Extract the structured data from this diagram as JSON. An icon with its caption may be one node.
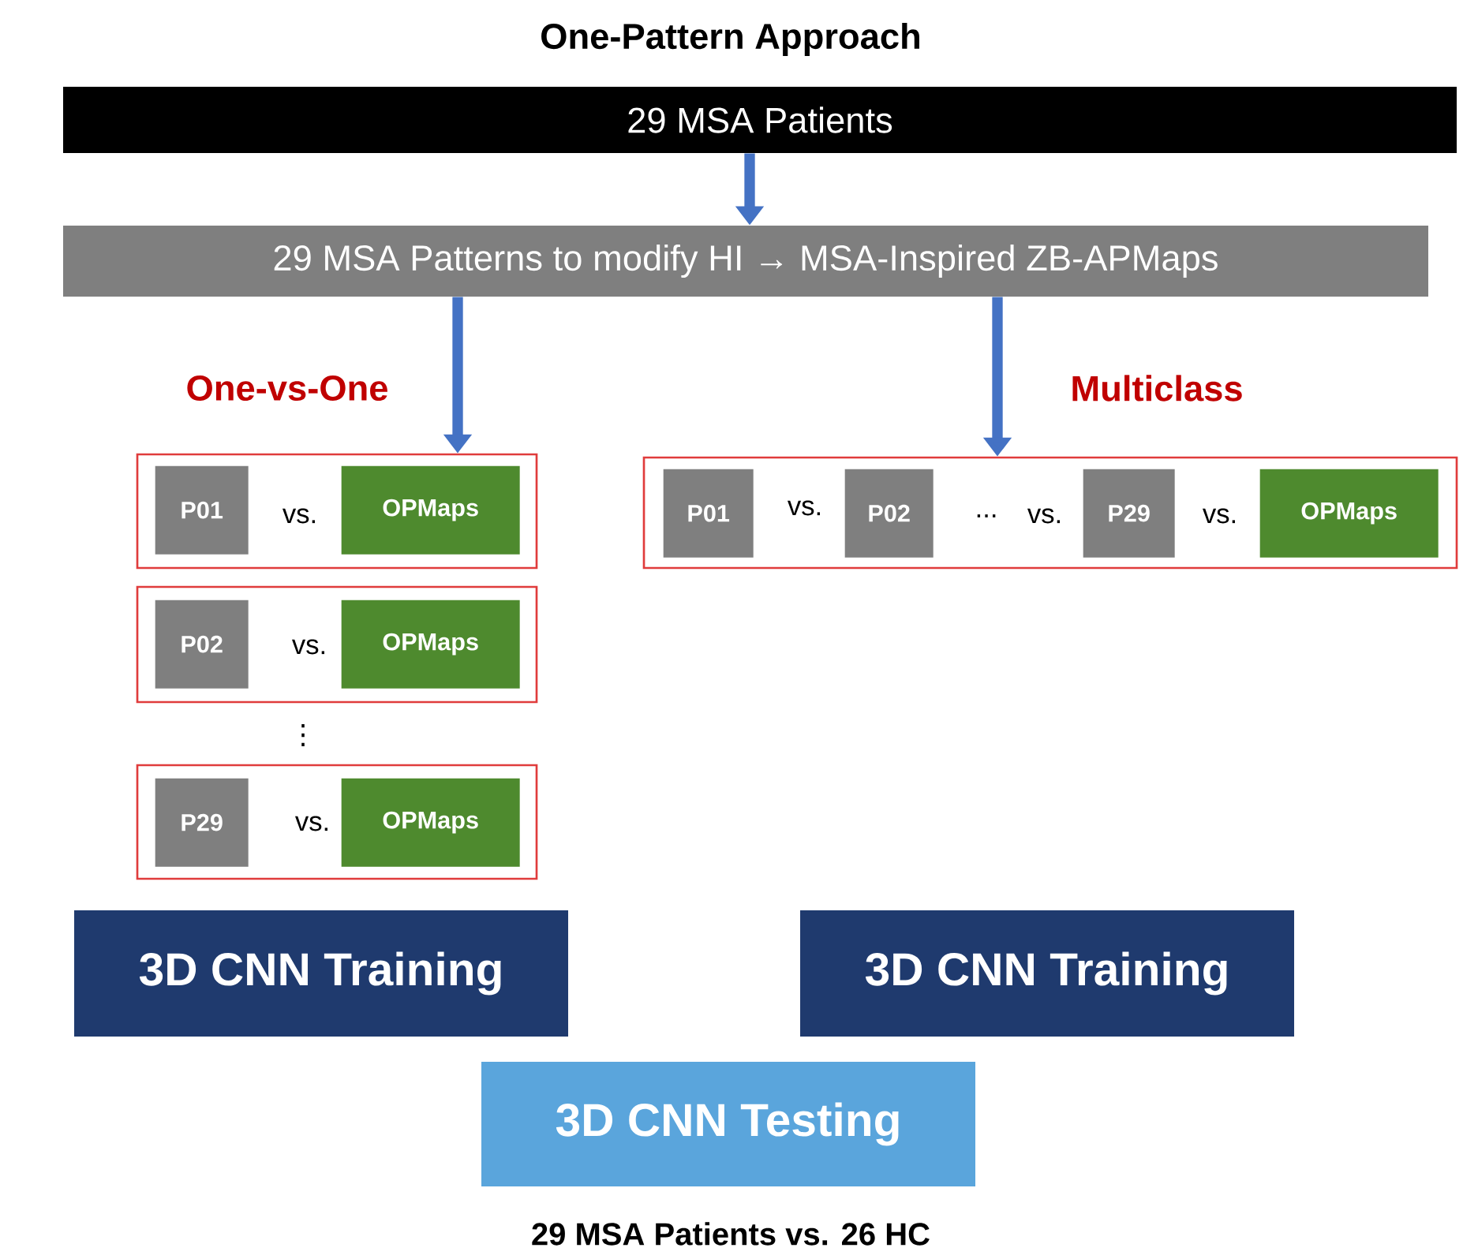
{
  "diagram": {
    "title": "One-Pattern Approach",
    "caption": "29 MSA Patients vs. 26 HC",
    "nodes": [
      {
        "text": [
          "29 MSA Patients"
        ]
      },
      {
        "text": [
          "29 MSA Patterns to modify HI → MSA-Inspired ZB-APMaps"
        ]
      },
      {
        "text": [],
        "shape": "box"
      },
      {
        "text": [
          "P01"
        ],
        "in": 2
      },
      {
        "text": [
          "OPMaps"
        ],
        "in": 2
      },
      {
        "text": [],
        "shape": "box"
      },
      {
        "text": [
          "P02"
        ],
        "in": 5
      },
      {
        "text": [
          "OPMaps"
        ],
        "in": 5
      },
      {
        "text": [],
        "shape": "box"
      },
      {
        "text": [
          "P29"
        ],
        "in": 8
      },
      {
        "text": [
          "OPMaps"
        ],
        "in": 8
      },
      {
        "text": [],
        "shape": "box"
      },
      {
        "text": [
          "P01"
        ],
        "in": 11
      },
      {
        "text": [
          "P02"
        ],
        "in": 11
      },
      {
        "text": [
          "P29"
        ],
        "in": 11
      },
      {
        "text": [
          "OPMaps"
        ],
        "in": 11
      },
      {
        "text": [
          "3D CNN Training"
        ]
      },
      {
        "text": [
          "3D CNN Training"
        ]
      },
      {
        "text": [
          "3D CNN Testing"
        ]
      }
    ],
    "edges": [
      {
        "from": 0,
        "to": 1,
        "arrow": "to"
      },
      {
        "from": 1,
        "to": 2,
        "arrow": "to"
      },
      {
        "from": 1,
        "to": 11,
        "arrow": "to"
      }
    ],
    "labels": [
      "One-vs-One",
      "Multiclass",
      "vs.",
      "vs.",
      "...",
      "vs.",
      "vs.",
      "vs.",
      "⋮",
      "vs."
    ]
  }
}
